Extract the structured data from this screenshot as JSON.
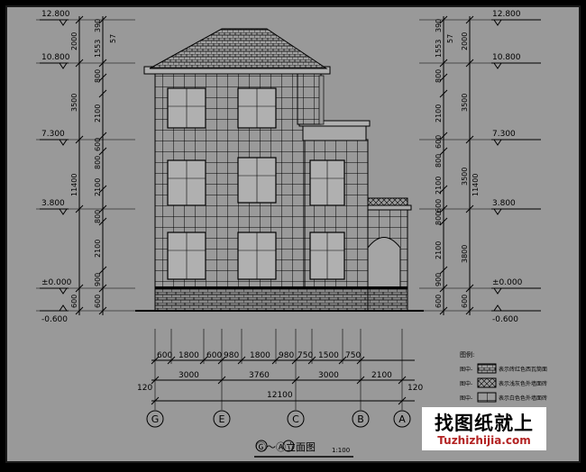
{
  "drawing": {
    "title": "Ⓖ～Ⓐ立面图",
    "scale": "1:100",
    "background": "#999999",
    "frame_color": "#1a1a1a",
    "line_color": "#000000"
  },
  "elevations": {
    "left": [
      "12.800",
      "10.800",
      "7.300",
      "3.800",
      "±0.000",
      "-0.600"
    ],
    "right": [
      "12.800",
      "10.800",
      "7.300",
      "3.800",
      "±0.000",
      "-0.600"
    ]
  },
  "vertical_dims": {
    "outer": [
      "2000",
      "3500",
      "11400",
      "600"
    ],
    "inner": [
      "390",
      "1553",
      "57",
      "800",
      "2100",
      "600",
      "800",
      "2100",
      "800",
      "2100",
      "900",
      "600"
    ],
    "right_outer": [
      "2000",
      "3500",
      "11400",
      "3500",
      "3800",
      "600"
    ],
    "right_inner": [
      "390",
      "1553",
      "57",
      "800",
      "2100",
      "600",
      "800",
      "2100",
      "600",
      "800",
      "2100",
      "900",
      "600"
    ]
  },
  "horizontal_dims": {
    "row1": [
      "600",
      "1800",
      "600",
      "980",
      "1800",
      "980",
      "750",
      "1500",
      "750"
    ],
    "row2": [
      "3000",
      "3760",
      "3000",
      "2100"
    ],
    "row3_total": "12100",
    "edge_left": "120",
    "edge_right": "120"
  },
  "axes": [
    "G",
    "E",
    "C",
    "B",
    "A"
  ],
  "legend": {
    "title": "图例:",
    "items": [
      {
        "prefix": "图中-",
        "text": "表示砖红色西瓦筒面"
      },
      {
        "prefix": "图中-",
        "text": "表示浅灰色外墙面砖"
      },
      {
        "prefix": "图中-",
        "text": "表示白色色外墙面砖"
      }
    ]
  },
  "watermark": {
    "title": "找图纸就上",
    "url": "Tuzhizhijia.com"
  }
}
